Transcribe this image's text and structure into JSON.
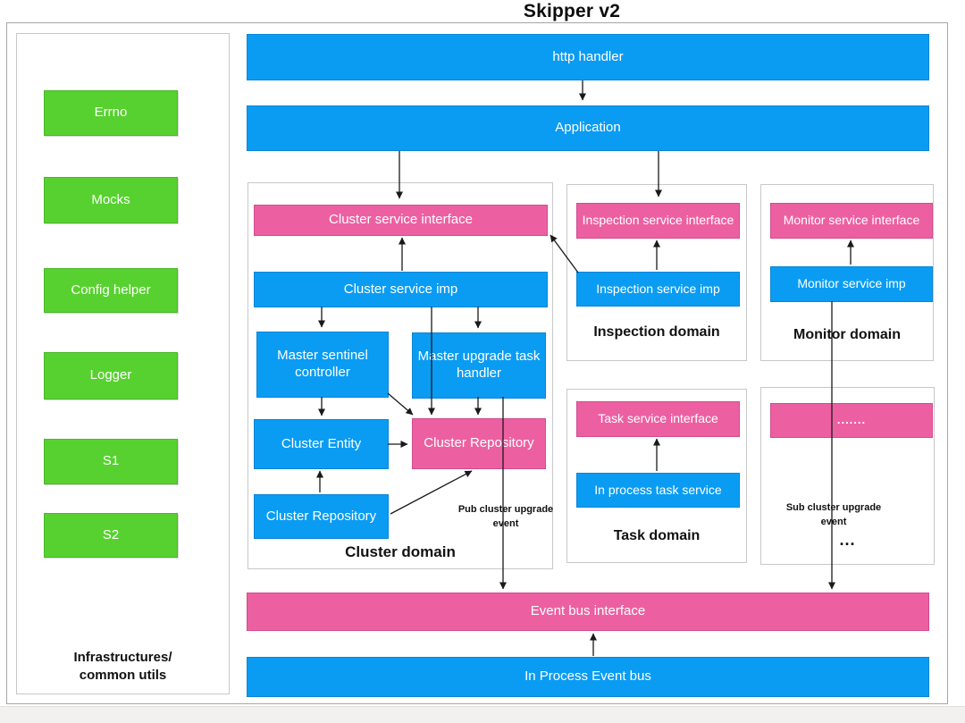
{
  "title": "Skipper v2",
  "colors": {
    "blue": "#0a9cf3",
    "pink": "#ec60a2",
    "green": "#57d12f"
  },
  "sidebar": {
    "label": "Infrastructures/\ncommon utils",
    "items": {
      "errno": "Errno",
      "mocks": "Mocks",
      "config_helper": "Config helper",
      "logger": "Logger",
      "s1": "S1",
      "s2": "S2"
    }
  },
  "top": {
    "http_handler": "http handler",
    "application": "Application"
  },
  "domains": {
    "cluster": {
      "label": "Cluster domain",
      "interface": "Cluster service interface",
      "imp": "Cluster service imp",
      "sentinel": "Master sentinel controller",
      "upgrade_handler": "Master upgrade task handler",
      "entity": "Cluster Entity",
      "repository_pink": "Cluster Repository",
      "repository_blue": "Cluster Repository",
      "pub_note": "Pub cluster upgrade event"
    },
    "inspection": {
      "label": "Inspection domain",
      "interface": "Inspection service interface",
      "imp": "Inspection service imp"
    },
    "monitor": {
      "label": "Monitor domain",
      "interface": "Monitor service interface",
      "imp": "Monitor service imp"
    },
    "task": {
      "label": "Task domain",
      "interface": "Task service interface",
      "imp": "In process task service"
    },
    "misc": {
      "interface_dots": ".......",
      "sub_note": "Sub cluster upgrade event",
      "ellipsis": "..."
    }
  },
  "bus": {
    "interface": "Event bus interface",
    "imp": "In Process Event bus"
  }
}
